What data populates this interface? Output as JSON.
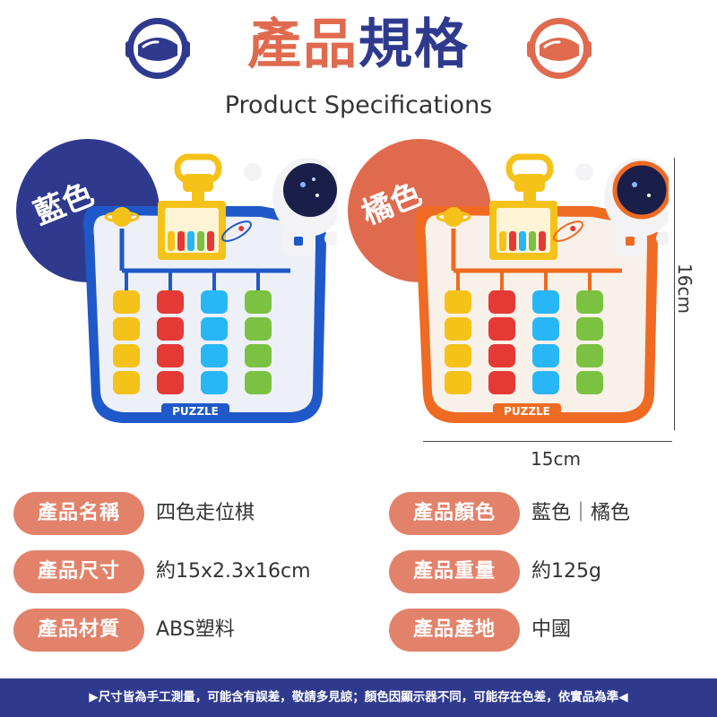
{
  "header": {
    "title_part1": "產品",
    "title_part2": "規格",
    "subtitle": "Product Specifications"
  },
  "colors": {
    "accent_orange": "#e06a4e",
    "accent_blue": "#2f3a8f",
    "label_bg": "#e3826a",
    "puzzle_blue": "#1f58c8",
    "puzzle_orange": "#ef6a22"
  },
  "products": [
    {
      "badge": "藍色",
      "puzzle_label": "PUZZLE"
    },
    {
      "badge": "橘色",
      "puzzle_label": "PUZZLE"
    }
  ],
  "dimensions": {
    "height": "16cm",
    "width": "15cm"
  },
  "specs": [
    {
      "label": "產品名稱",
      "value": "四色走位棋"
    },
    {
      "label": "產品顏色",
      "value": "藍色｜橘色"
    },
    {
      "label": "產品尺寸",
      "value": "約15x2.3x16cm"
    },
    {
      "label": "產品重量",
      "value": "約125g"
    },
    {
      "label": "產品材質",
      "value": "ABS塑料"
    },
    {
      "label": "產品產地",
      "value": "中國"
    }
  ],
  "footer": {
    "left_icon": "play-right-icon",
    "text": "尺寸皆為手工測量，可能含有誤差，敬請多見諒；顏色因顯示器不同，可能存在色差，依實品為準",
    "right_icon": "play-left-icon"
  }
}
